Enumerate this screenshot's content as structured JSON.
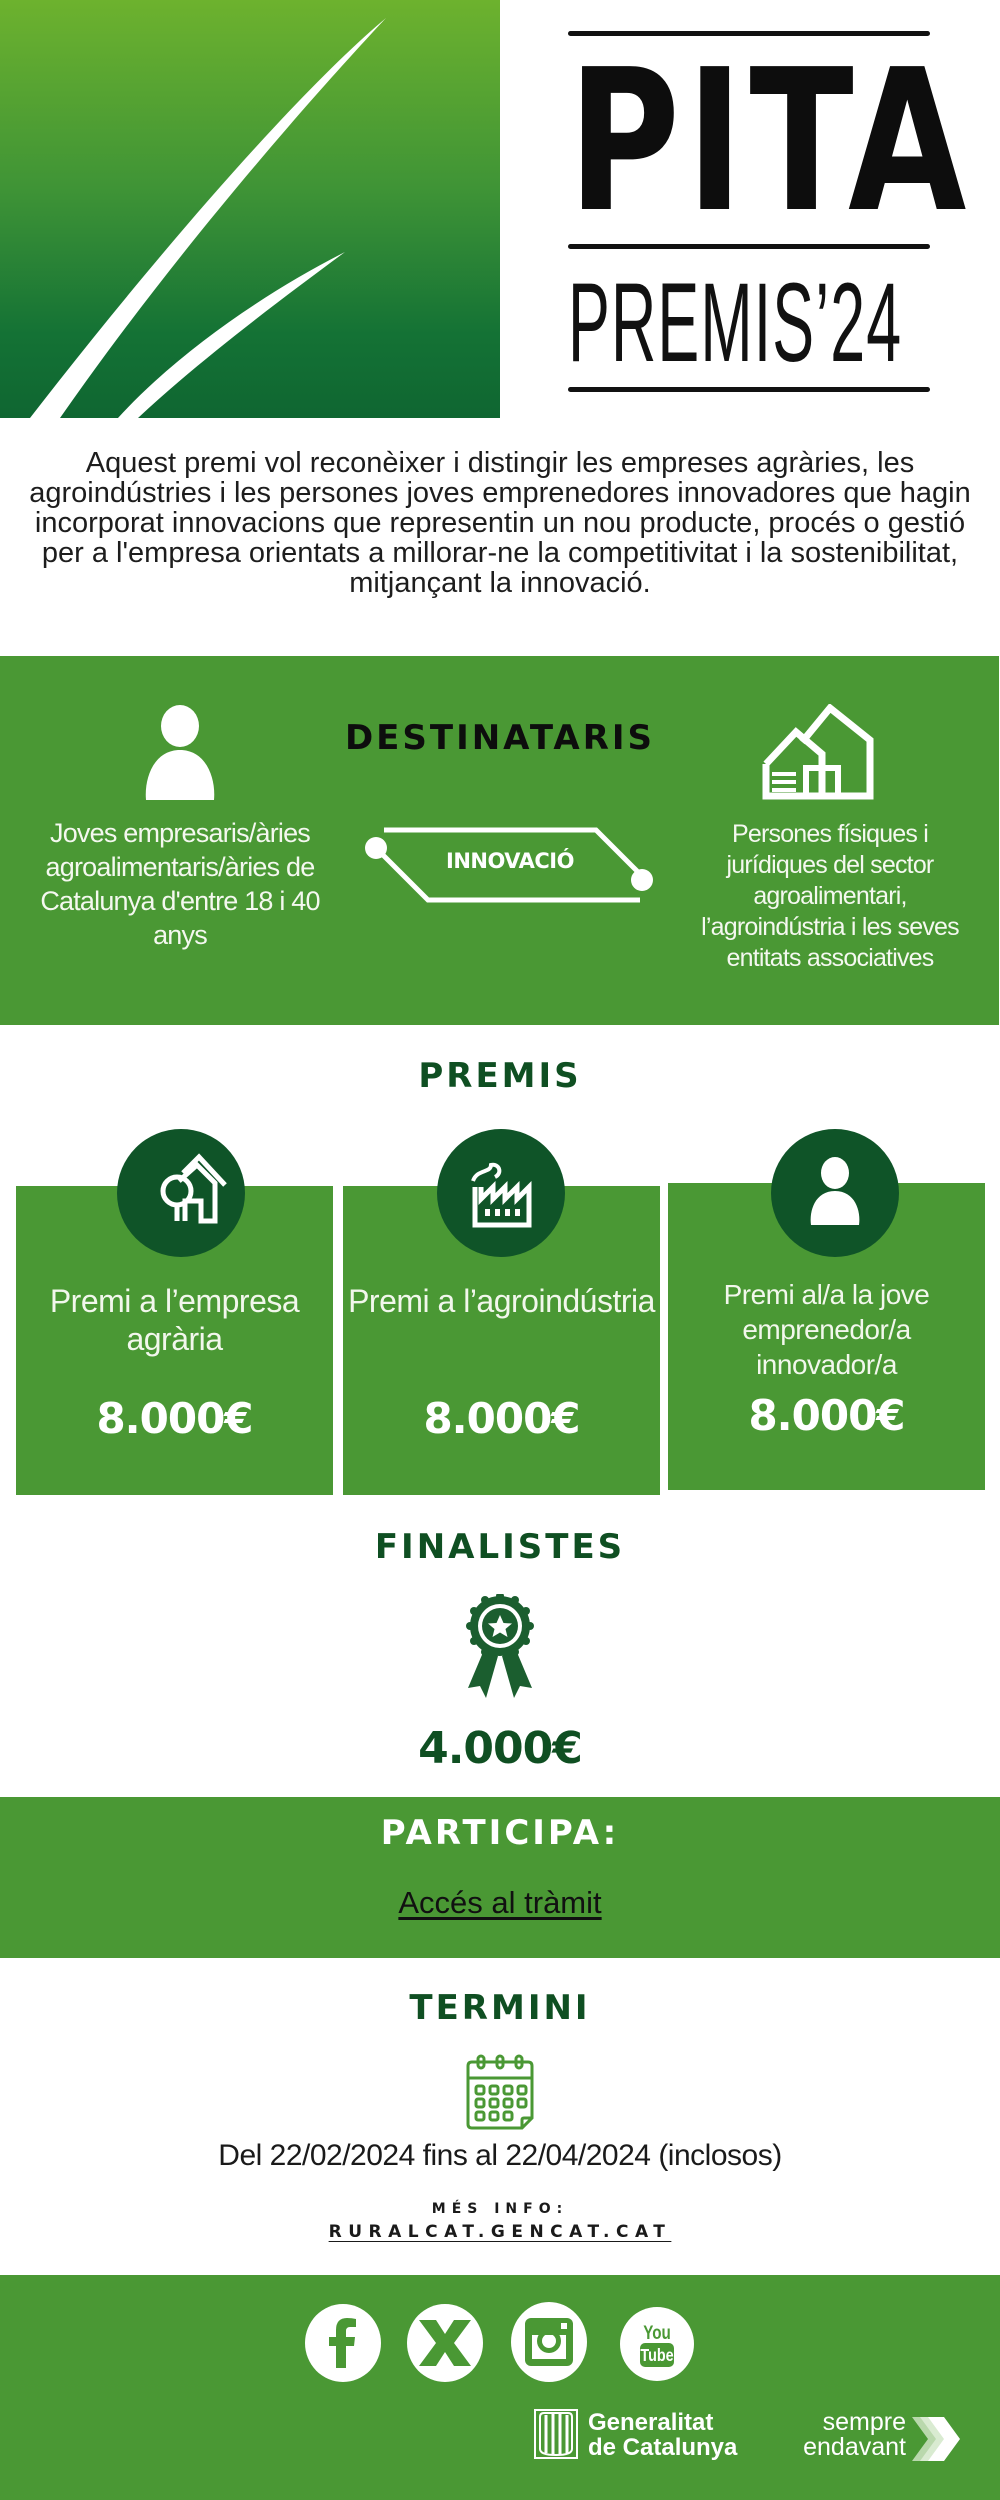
{
  "header": {
    "title": "PITA",
    "subtitle": "PREMIS’24"
  },
  "intro": {
    "text": "Aquest premi vol reconèixer i distingir les empreses agràries, les agroindústries i les persones joves emprenedores innovadores que hagin incorporat innovacions que representin un nou producte, procés o gestió per a l'empresa orientats a millorar-ne la competitivitat i la sostenibilitat, mitjançant la innovació."
  },
  "destinataris": {
    "title": "DESTINATARIS",
    "left_text": "Joves empresaris/àries agroalimentaris/àries de Catalunya d'entre 18 i 40 anys",
    "center_label": "INNOVACIÓ",
    "right_text": "Persones físiques i jurídiques del sector agroalimentari, l’agroindústria i les seves entitats associatives",
    "left_icon": "person-icon",
    "right_icon": "farm-building-icon"
  },
  "premis": {
    "title": "PREMIS",
    "cards": [
      {
        "icon": "house-tree-icon",
        "title": "Premi a l’empresa agrària",
        "amount": "8.000€"
      },
      {
        "icon": "factory-icon",
        "title": "Premi a l’agroindústria",
        "amount": "8.000€"
      },
      {
        "icon": "person-icon",
        "title": "Premi al/a la jove emprenedor/a innovador/a",
        "amount": "8.000€"
      }
    ]
  },
  "finalistes": {
    "title": "FINALISTES",
    "icon": "award-ribbon-icon",
    "amount": "4.000€"
  },
  "participa": {
    "title": "PARTICIPA:",
    "link_label": "Accés al tràmit"
  },
  "termini": {
    "title": "TERMINI",
    "icon": "calendar-icon",
    "dates": "Del 22/02/2024 fins al 22/04/2024 (inclosos)",
    "more_info_label": "MÉS INFO:",
    "more_info_link": "RURALCAT.GENCAT.CAT"
  },
  "footer": {
    "social": [
      {
        "name": "facebook",
        "icon": "facebook-icon"
      },
      {
        "name": "x",
        "icon": "x-icon"
      },
      {
        "name": "instagram",
        "icon": "instagram-icon"
      },
      {
        "name": "youtube",
        "icon": "youtube-icon",
        "text_top": "You",
        "text_bottom": "Tube"
      }
    ],
    "gencat_line1": "Generalitat",
    "gencat_line2": "de Catalunya",
    "slogan_line1": "sempre",
    "slogan_line2": "endavant"
  },
  "colors": {
    "primary_green": "#4a9834",
    "dark_green": "#0f5428",
    "heading_green": "#0f4f22",
    "logo_gradient_top": "#6db22e",
    "logo_gradient_bottom": "#0f6631"
  }
}
